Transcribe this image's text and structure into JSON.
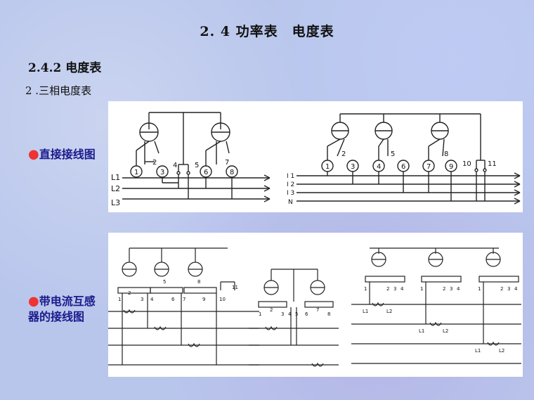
{
  "header": {
    "title": "2. 4 功率表　电度表"
  },
  "section": {
    "heading": "2.4.2 电度表",
    "subheading": "2 .三相电度表"
  },
  "labels": {
    "direct": "直接接线图",
    "with_ct_line1": "带电流互感",
    "with_ct_line2": "器的接线图",
    "bullet": "●"
  },
  "diagram1": {
    "terminals": [
      "1",
      "2",
      "3",
      "4",
      "5",
      "6",
      "7",
      "8"
    ],
    "lines": [
      "L1",
      "L2",
      "L3"
    ]
  },
  "diagram2": {
    "terminals": [
      "1",
      "2",
      "3",
      "4",
      "5",
      "6",
      "7",
      "8",
      "9",
      "10",
      "11"
    ],
    "lines": [
      "I 1",
      "I 2",
      "I 3",
      "N"
    ]
  },
  "diagram3": {
    "terminals": [
      "1",
      "2",
      "3",
      "4",
      "5",
      "6",
      "7",
      "8",
      "9",
      "10",
      "11"
    ]
  },
  "diagram4": {
    "terminals": [
      "1",
      "2",
      "3",
      "4",
      "5",
      "6",
      "7",
      "8"
    ]
  },
  "diagram5": {
    "terminals": [
      "1",
      "2",
      "3",
      "4",
      "1",
      "2",
      "3",
      "4",
      "1",
      "2",
      "3",
      "4"
    ],
    "ct_labels": [
      "L1",
      "L2",
      "L1",
      "L2",
      "L1",
      "L2"
    ]
  }
}
